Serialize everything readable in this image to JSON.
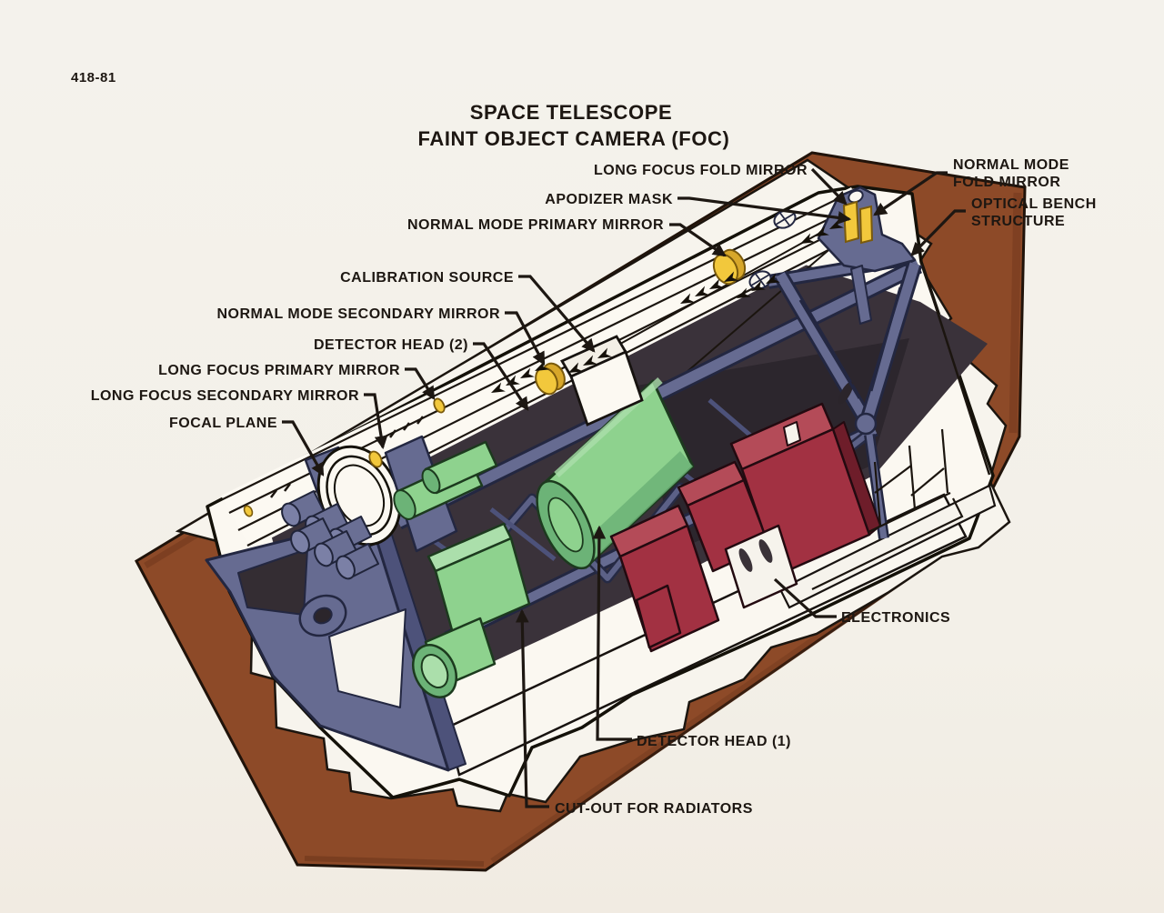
{
  "figure_number": "418-81",
  "title": {
    "line1": "SPACE TELESCOPE",
    "line2": "FAINT OBJECT CAMERA (FOC)"
  },
  "labels": {
    "long_focus_fold_mirror": "LONG FOCUS FOLD MIRROR",
    "normal_mode_fold_mirror_line1": "NORMAL MODE",
    "normal_mode_fold_mirror_line2": "FOLD MIRROR",
    "apodizer_mask": "APODIZER MASK",
    "optical_bench_structure_line1": "OPTICAL BENCH",
    "optical_bench_structure_line2": "STRUCTURE",
    "normal_mode_primary_mirror": "NORMAL MODE PRIMARY MIRROR",
    "calibration_source": "CALIBRATION SOURCE",
    "normal_mode_secondary_mirror": "NORMAL MODE SECONDARY MIRROR",
    "detector_head_2": "DETECTOR HEAD (2)",
    "long_focus_primary_mirror": "LONG FOCUS PRIMARY MIRROR",
    "long_focus_secondary_mirror": "LONG FOCUS SECONDARY MIRROR",
    "focal_plane": "FOCAL PLANE",
    "electronics": "ELECTRONICS",
    "detector_head_1": "DETECTOR HEAD (1)",
    "cut_out_for_radiators": "CUT-OUT FOR RADIATORS"
  },
  "colors": {
    "paper": "#f4f1ea",
    "ink": "#1d1712",
    "mat_brown": "#8d4a28",
    "structure_slate": "#666b91",
    "cavity_dark": "#3a323a",
    "detector_green": "#8ed28e",
    "electronics_red": "#a23142",
    "mirror_yellow": "#f2c83c",
    "body_white": "#fbf8f1"
  }
}
